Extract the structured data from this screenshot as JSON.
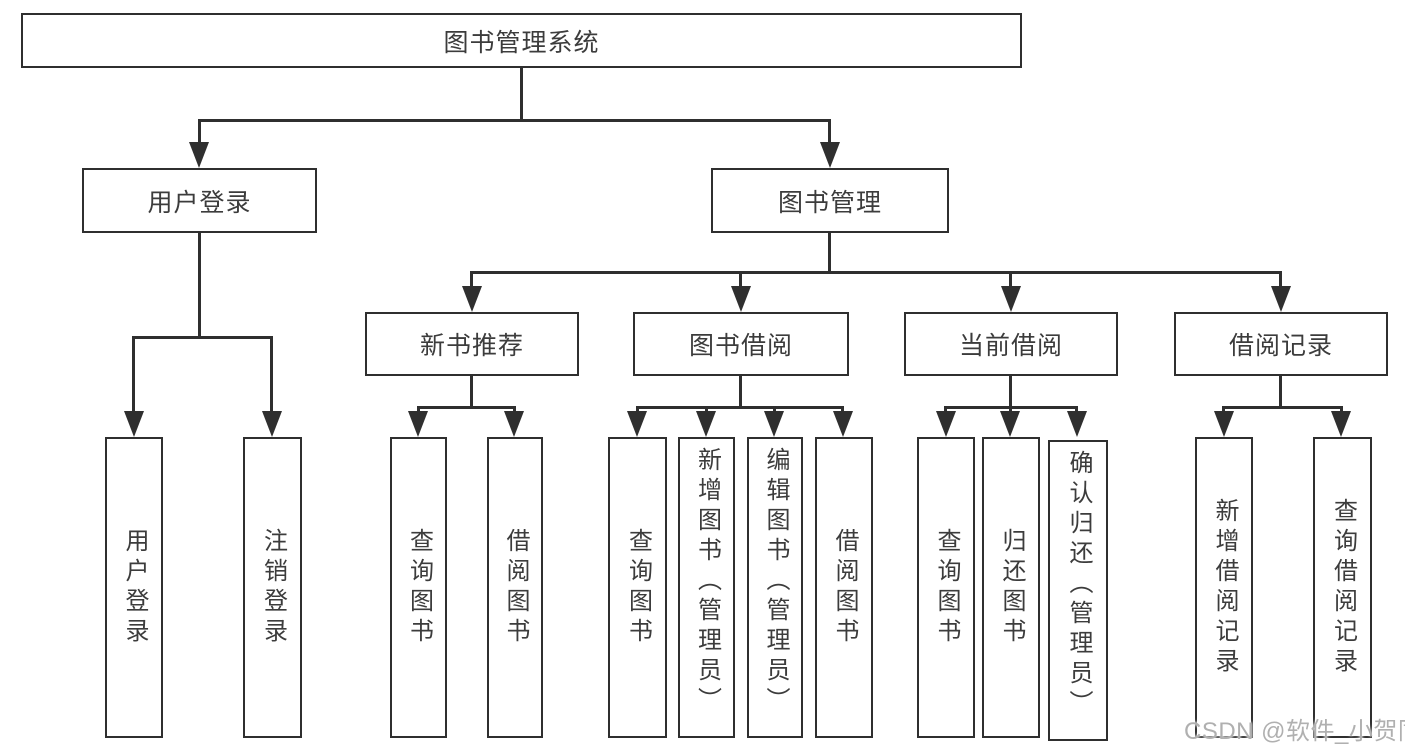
{
  "colors": {
    "line": "#2f2f2f",
    "border": "#2f2f2f",
    "text": "#3c3c3c",
    "watermark": "#b0b0b0",
    "background": "#ffffff"
  },
  "diagram": {
    "type": "function-structure-tree",
    "root": {
      "label": "图书管理系统"
    },
    "branches": [
      {
        "label": "用户登录",
        "children": [
          {
            "label": "用户登录"
          },
          {
            "label": "注销登录"
          }
        ]
      },
      {
        "label": "图书管理",
        "children": [
          {
            "label": "新书推荐",
            "children": [
              {
                "label": "查询图书"
              },
              {
                "label": "借阅图书"
              }
            ]
          },
          {
            "label": "图书借阅",
            "children": [
              {
                "label": "查询图书"
              },
              {
                "label": "新增图书（管理员）"
              },
              {
                "label": "编辑图书（管理员）"
              },
              {
                "label": "借阅图书"
              }
            ]
          },
          {
            "label": "当前借阅",
            "children": [
              {
                "label": "查询图书"
              },
              {
                "label": "归还图书"
              },
              {
                "label": "确认归还（管理员）"
              }
            ]
          },
          {
            "label": "借阅记录",
            "children": [
              {
                "label": "新增借阅记录"
              },
              {
                "label": "查询借阅记录"
              }
            ]
          }
        ]
      }
    ]
  },
  "watermark": {
    "text": "CSDN @软件_小贺同学"
  }
}
